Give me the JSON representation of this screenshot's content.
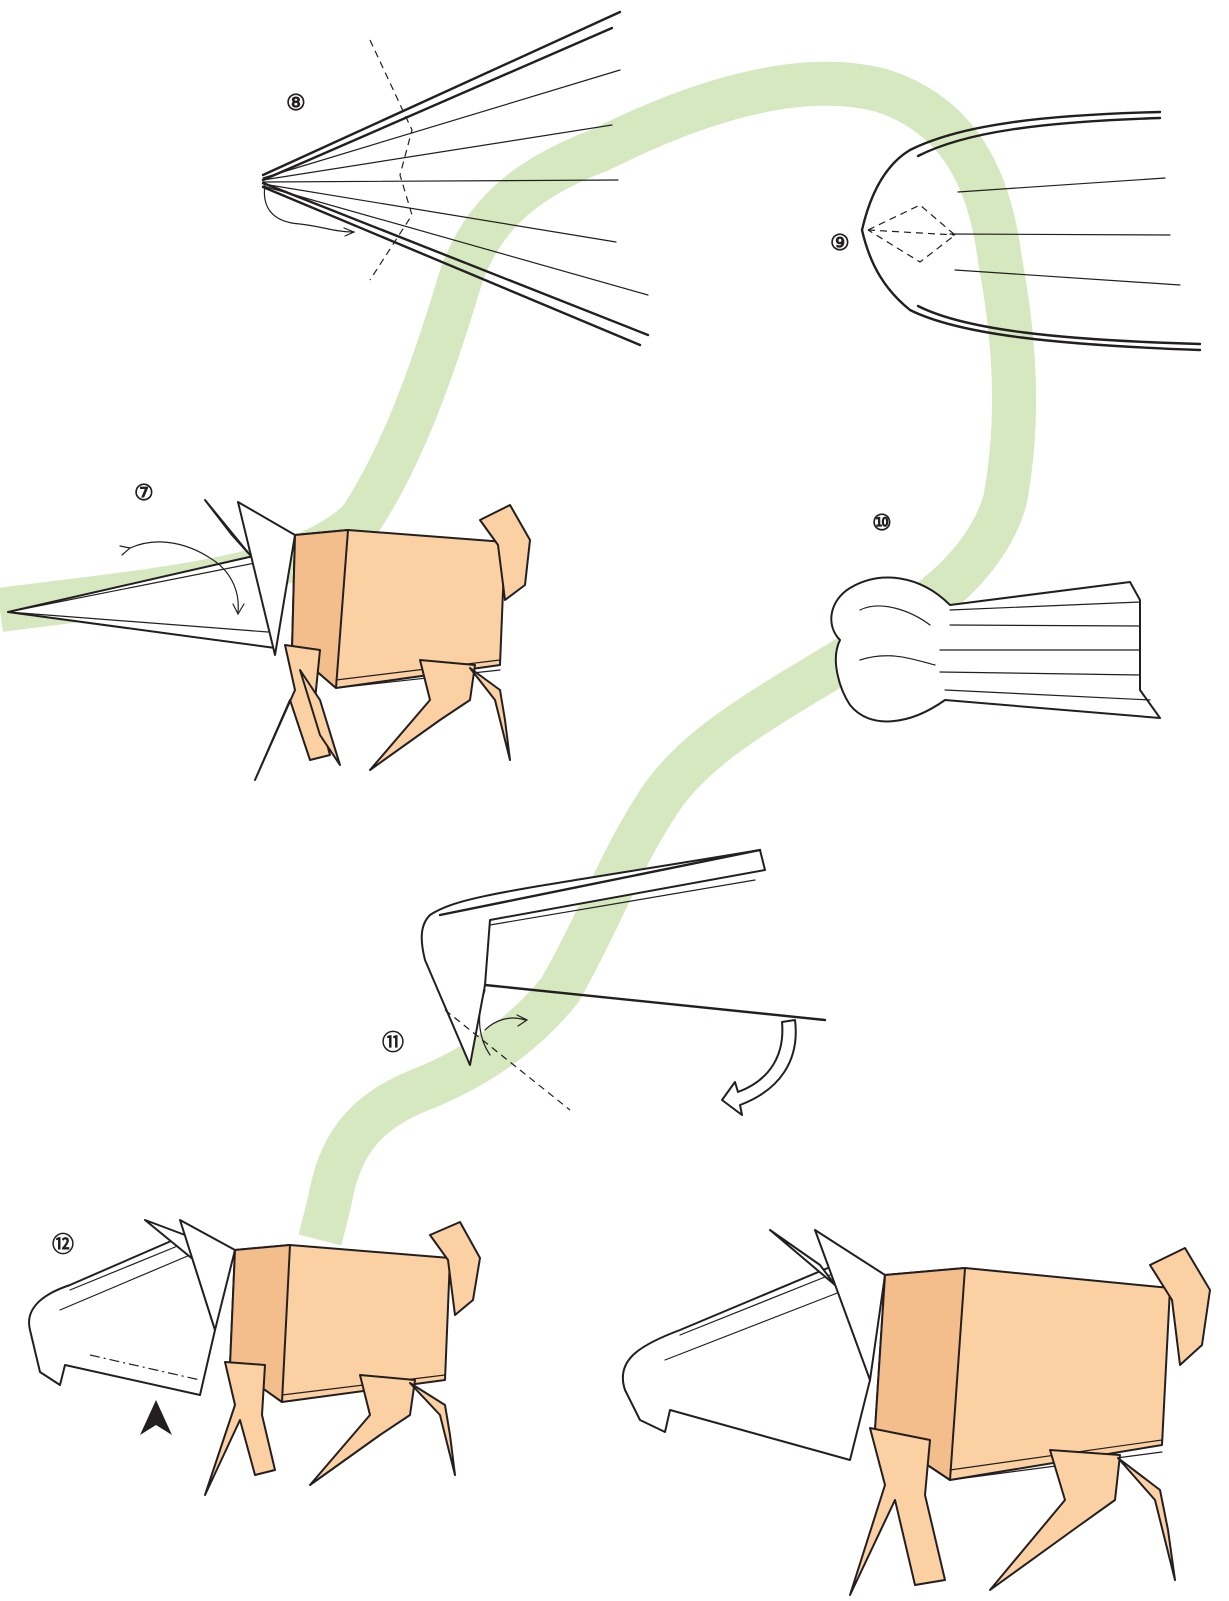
{
  "colors": {
    "path": "#d6e8bf",
    "skin": "#fbd0a3",
    "skin_shade": "#f4bd8c",
    "ink": "#231f20",
    "paper": "#ffffff"
  },
  "steps": [
    {
      "id": "7",
      "label": "⑦"
    },
    {
      "id": "8",
      "label": "⑧"
    },
    {
      "id": "9",
      "label": "⑨"
    },
    {
      "id": "10",
      "label": "⑩"
    },
    {
      "id": "11",
      "label": "⑪"
    },
    {
      "id": "12",
      "label": "⑫"
    }
  ],
  "icons": {
    "push_arrow": "push-arrow-icon",
    "fold_arrow": "fold-arrow-icon"
  }
}
